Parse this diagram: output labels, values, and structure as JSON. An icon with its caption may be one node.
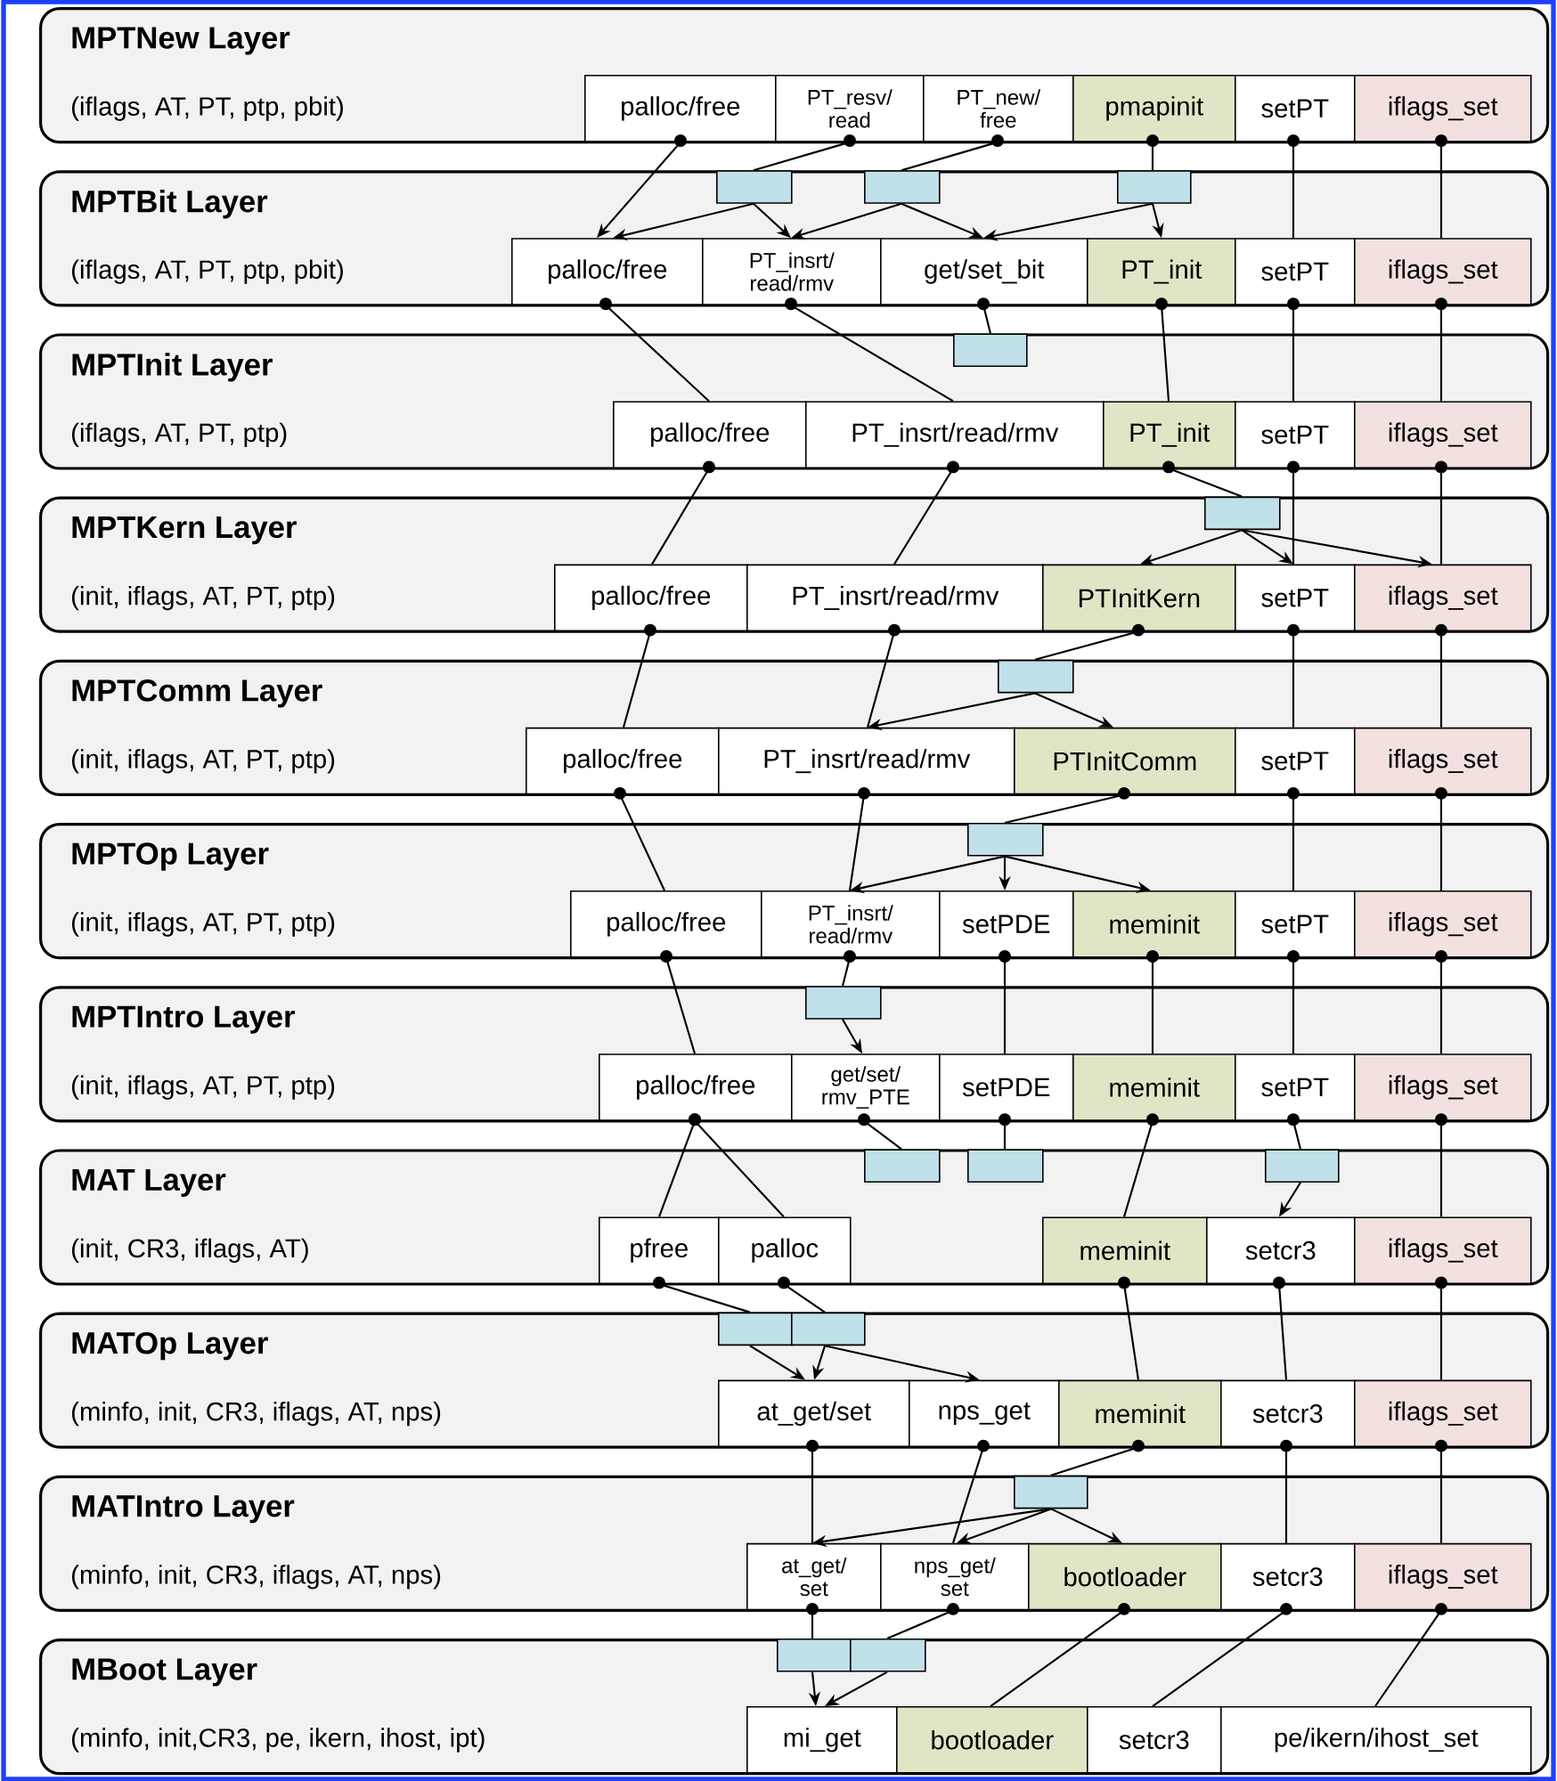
{
  "diagram": {
    "nodes": [
      {
        "text": [
          "MPTNew Layer",
          "(iflags, AT, PT, ptp, pbit)"
        ]
      },
      {
        "text": [
          "palloc/free"
        ],
        "in": 0
      },
      {
        "text": [
          "PT_resv/ read"
        ],
        "in": 0
      },
      {
        "text": [
          "PT_new/ free"
        ],
        "in": 0
      },
      {
        "text": [
          "pmapinit"
        ],
        "in": 0
      },
      {
        "text": [
          "setPT"
        ],
        "in": 0
      },
      {
        "text": [
          "iflags_set"
        ],
        "in": 0
      },
      {
        "text": [],
        "shape": "box",
        "in": 10
      },
      {
        "text": [],
        "shape": "box",
        "in": 10
      },
      {
        "text": [],
        "shape": "box",
        "in": 10
      },
      {
        "text": [
          "MPTBit Layer",
          "(iflags, AT, PT, ptp, pbit)"
        ]
      },
      {
        "text": [
          "palloc/free"
        ],
        "in": 10
      },
      {
        "text": [
          "PT_insrt/ read/rmv"
        ],
        "in": 10
      },
      {
        "text": [
          "get/set_bit"
        ],
        "in": 10
      },
      {
        "text": [
          "PT_init"
        ],
        "in": 10
      },
      {
        "text": [
          "setPT"
        ],
        "in": 10
      },
      {
        "text": [
          "iflags_set"
        ],
        "in": 10
      },
      {
        "text": [],
        "shape": "box",
        "in": 18
      },
      {
        "text": [
          "MPTInit Layer",
          "(iflags, AT, PT, ptp)"
        ]
      },
      {
        "text": [
          "palloc/free"
        ],
        "in": 18
      },
      {
        "text": [
          "PT_insrt/read/rmv"
        ],
        "in": 18
      },
      {
        "text": [
          "PT_init"
        ],
        "in": 18
      },
      {
        "text": [
          "setPT"
        ],
        "in": 18
      },
      {
        "text": [
          "iflags_set"
        ],
        "in": 18
      },
      {
        "text": [],
        "shape": "box",
        "in": 25
      },
      {
        "text": [
          "MPTKern Layer",
          "(init, iflags, AT, PT, ptp)"
        ]
      },
      {
        "text": [
          "palloc/free"
        ],
        "in": 25
      },
      {
        "text": [
          "PT_insrt/read/rmv"
        ],
        "in": 25
      },
      {
        "text": [
          "PTInitKern"
        ],
        "in": 25
      },
      {
        "text": [
          "setPT"
        ],
        "in": 25
      },
      {
        "text": [
          "iflags_set"
        ],
        "in": 25
      },
      {
        "text": [],
        "shape": "box",
        "in": 32
      },
      {
        "text": [
          "MPTComm Layer",
          "(init, iflags, AT, PT, ptp)"
        ]
      },
      {
        "text": [
          "palloc/free"
        ],
        "in": 32
      },
      {
        "text": [
          "PT_insrt/read/rmv"
        ],
        "in": 32
      },
      {
        "text": [
          "PTInitComm"
        ],
        "in": 32
      },
      {
        "text": [
          "setPT"
        ],
        "in": 32
      },
      {
        "text": [
          "iflags_set"
        ],
        "in": 32
      },
      {
        "text": [],
        "shape": "box",
        "in": 39
      },
      {
        "text": [
          "MPTOp Layer",
          "(init, iflags, AT, PT, ptp)"
        ]
      },
      {
        "text": [
          "palloc/free"
        ],
        "in": 39
      },
      {
        "text": [
          "PT_insrt/ read/rmv"
        ],
        "in": 39
      },
      {
        "text": [
          "setPDE"
        ],
        "in": 39
      },
      {
        "text": [
          "meminit"
        ],
        "in": 39
      },
      {
        "text": [
          "setPT"
        ],
        "in": 39
      },
      {
        "text": [
          "iflags_set"
        ],
        "in": 39
      },
      {
        "text": [],
        "shape": "box",
        "in": 47
      },
      {
        "text": [
          "MPTIntro Layer",
          "(init, iflags, AT, PT, ptp)"
        ]
      },
      {
        "text": [
          "palloc/free"
        ],
        "in": 47
      },
      {
        "text": [
          "get/set/ rmv_PTE"
        ],
        "in": 47
      },
      {
        "text": [
          "setPDE"
        ],
        "in": 47
      },
      {
        "text": [
          "meminit"
        ],
        "in": 47
      },
      {
        "text": [
          "setPT"
        ],
        "in": 47
      },
      {
        "text": [
          "iflags_set"
        ],
        "in": 47
      },
      {
        "text": [],
        "shape": "box",
        "in": 57
      },
      {
        "text": [],
        "shape": "box",
        "in": 57
      },
      {
        "text": [],
        "shape": "box",
        "in": 57
      },
      {
        "text": [
          "MAT Layer",
          "(init, CR3, iflags, AT)"
        ]
      },
      {
        "text": [
          "pfree"
        ],
        "in": 57
      },
      {
        "text": [
          "palloc"
        ],
        "in": 57
      },
      {
        "text": [
          "meminit"
        ],
        "in": 57
      },
      {
        "text": [
          "setcr3"
        ],
        "in": 57
      },
      {
        "text": [
          "iflags_set"
        ],
        "in": 57
      },
      {
        "text": [],
        "shape": "box",
        "in": 65
      },
      {
        "text": [],
        "shape": "box",
        "in": 65
      },
      {
        "text": [
          "MATOp Layer",
          "(minfo, init, CR3, iflags, AT, nps)"
        ]
      },
      {
        "text": [
          "at_get/set"
        ],
        "in": 65
      },
      {
        "text": [
          "nps_get"
        ],
        "in": 65
      },
      {
        "text": [
          "meminit"
        ],
        "in": 65
      },
      {
        "text": [
          "setcr3"
        ],
        "in": 65
      },
      {
        "text": [
          "iflags_set"
        ],
        "in": 65
      },
      {
        "text": [],
        "shape": "box",
        "in": 72
      },
      {
        "text": [
          "MATIntro Layer",
          "(minfo, init, CR3, iflags, AT, nps)"
        ]
      },
      {
        "text": [
          "at_get/ set"
        ],
        "in": 72
      },
      {
        "text": [
          "nps_get/ set"
        ],
        "in": 72
      },
      {
        "text": [
          "bootloader"
        ],
        "in": 72
      },
      {
        "text": [
          "setcr3"
        ],
        "in": 72
      },
      {
        "text": [
          "iflags_set"
        ],
        "in": 72
      },
      {
        "text": [],
        "shape": "box",
        "in": 80
      },
      {
        "text": [],
        "shape": "box",
        "in": 80
      },
      {
        "text": [
          "MBoot Layer",
          "(minfo, init,CR3, pe, ikern, ihost, ipt)"
        ]
      },
      {
        "text": [
          "mi_get"
        ],
        "in": 80
      },
      {
        "text": [
          "bootloader"
        ],
        "in": 80
      },
      {
        "text": [
          "setcr3"
        ],
        "in": 80
      },
      {
        "text": [
          "pe/ikern/ihost_set"
        ],
        "in": 80
      }
    ],
    "edges": [
      {
        "from": 1,
        "to": 11,
        "arrow": "to"
      },
      {
        "from": 2,
        "to": 7,
        "arrow": "none"
      },
      {
        "from": 3,
        "to": 8,
        "arrow": "none"
      },
      {
        "from": 4,
        "to": 9,
        "arrow": "none"
      },
      {
        "from": 7,
        "to": 11,
        "arrow": "to"
      },
      {
        "from": 7,
        "to": 12,
        "arrow": "to"
      },
      {
        "from": 8,
        "to": 12,
        "arrow": "to"
      },
      {
        "from": 8,
        "to": 13,
        "arrow": "to"
      },
      {
        "from": 9,
        "to": 13,
        "arrow": "to"
      },
      {
        "from": 9,
        "to": 14,
        "arrow": "to"
      },
      {
        "from": 5,
        "to": 15,
        "arrow": "none"
      },
      {
        "from": 6,
        "to": 16,
        "arrow": "none"
      },
      {
        "from": 11,
        "to": 19,
        "arrow": "none"
      },
      {
        "from": 12,
        "to": 20,
        "arrow": "none"
      },
      {
        "from": 13,
        "to": 17,
        "arrow": "none"
      },
      {
        "from": 14,
        "to": 21,
        "arrow": "none"
      },
      {
        "from": 15,
        "to": 22,
        "arrow": "none"
      },
      {
        "from": 16,
        "to": 23,
        "arrow": "none"
      },
      {
        "from": 19,
        "to": 26,
        "arrow": "none"
      },
      {
        "from": 20,
        "to": 27,
        "arrow": "none"
      },
      {
        "from": 21,
        "to": 24,
        "arrow": "none"
      },
      {
        "from": 24,
        "to": 28,
        "arrow": "to"
      },
      {
        "from": 24,
        "to": 29,
        "arrow": "to"
      },
      {
        "from": 24,
        "to": 30,
        "arrow": "to"
      },
      {
        "from": 22,
        "to": 29,
        "arrow": "none"
      },
      {
        "from": 23,
        "to": 30,
        "arrow": "none"
      },
      {
        "from": 26,
        "to": 33,
        "arrow": "none"
      },
      {
        "from": 27,
        "to": 34,
        "arrow": "none"
      },
      {
        "from": 28,
        "to": 31,
        "arrow": "none"
      },
      {
        "from": 31,
        "to": 34,
        "arrow": "to"
      },
      {
        "from": 31,
        "to": 35,
        "arrow": "to"
      },
      {
        "from": 29,
        "to": 36,
        "arrow": "none"
      },
      {
        "from": 30,
        "to": 37,
        "arrow": "none"
      },
      {
        "from": 33,
        "to": 40,
        "arrow": "none"
      },
      {
        "from": 34,
        "to": 41,
        "arrow": "none"
      },
      {
        "from": 35,
        "to": 38,
        "arrow": "none"
      },
      {
        "from": 38,
        "to": 41,
        "arrow": "to"
      },
      {
        "from": 38,
        "to": 42,
        "arrow": "to"
      },
      {
        "from": 38,
        "to": 43,
        "arrow": "to"
      },
      {
        "from": 36,
        "to": 44,
        "arrow": "none"
      },
      {
        "from": 37,
        "to": 45,
        "arrow": "none"
      },
      {
        "from": 40,
        "to": 48,
        "arrow": "none"
      },
      {
        "from": 41,
        "to": 46,
        "arrow": "none"
      },
      {
        "from": 46,
        "to": 49,
        "arrow": "to"
      },
      {
        "from": 42,
        "to": 50,
        "arrow": "none"
      },
      {
        "from": 43,
        "to": 51,
        "arrow": "none"
      },
      {
        "from": 44,
        "to": 52,
        "arrow": "none"
      },
      {
        "from": 45,
        "to": 53,
        "arrow": "none"
      },
      {
        "from": 48,
        "to": 58,
        "arrow": "none"
      },
      {
        "from": 48,
        "to": 59,
        "arrow": "none"
      },
      {
        "from": 49,
        "to": 54,
        "arrow": "none"
      },
      {
        "from": 50,
        "to": 55,
        "arrow": "none"
      },
      {
        "from": 51,
        "to": 60,
        "arrow": "none"
      },
      {
        "from": 52,
        "to": 56,
        "arrow": "none"
      },
      {
        "from": 56,
        "to": 61,
        "arrow": "to"
      },
      {
        "from": 53,
        "to": 62,
        "arrow": "none"
      },
      {
        "from": 58,
        "to": 63,
        "arrow": "none"
      },
      {
        "from": 59,
        "to": 64,
        "arrow": "none"
      },
      {
        "from": 63,
        "to": 66,
        "arrow": "to"
      },
      {
        "from": 64,
        "to": 66,
        "arrow": "to"
      },
      {
        "from": 64,
        "to": 67,
        "arrow": "to"
      },
      {
        "from": 60,
        "to": 68,
        "arrow": "none"
      },
      {
        "from": 61,
        "to": 69,
        "arrow": "none"
      },
      {
        "from": 62,
        "to": 70,
        "arrow": "none"
      },
      {
        "from": 66,
        "to": 73,
        "arrow": "none"
      },
      {
        "from": 67,
        "to": 74,
        "arrow": "none"
      },
      {
        "from": 68,
        "to": 71,
        "arrow": "none"
      },
      {
        "from": 71,
        "to": 73,
        "arrow": "to"
      },
      {
        "from": 71,
        "to": 74,
        "arrow": "to"
      },
      {
        "from": 71,
        "to": 75,
        "arrow": "to"
      },
      {
        "from": 69,
        "to": 76,
        "arrow": "none"
      },
      {
        "from": 70,
        "to": 77,
        "arrow": "none"
      },
      {
        "from": 73,
        "to": 78,
        "arrow": "none"
      },
      {
        "from": 74,
        "to": 79,
        "arrow": "none"
      },
      {
        "from": 78,
        "to": 81,
        "arrow": "to"
      },
      {
        "from": 79,
        "to": 81,
        "arrow": "to"
      },
      {
        "from": 75,
        "to": 82,
        "arrow": "none"
      },
      {
        "from": 76,
        "to": 83,
        "arrow": "none"
      },
      {
        "from": 77,
        "to": 84,
        "arrow": "none"
      }
    ]
  }
}
